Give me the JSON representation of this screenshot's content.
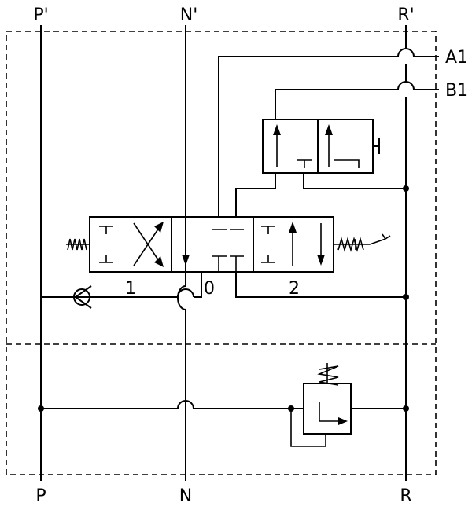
{
  "ports": {
    "p_top": "P'",
    "n_top": "N'",
    "r_top": "R'",
    "p_bottom": "P",
    "n_bottom": "N",
    "r_bottom": "R",
    "a1": "A1",
    "b1": "B1"
  },
  "valve_positions": {
    "left": "1",
    "center": "0",
    "right": "2"
  }
}
